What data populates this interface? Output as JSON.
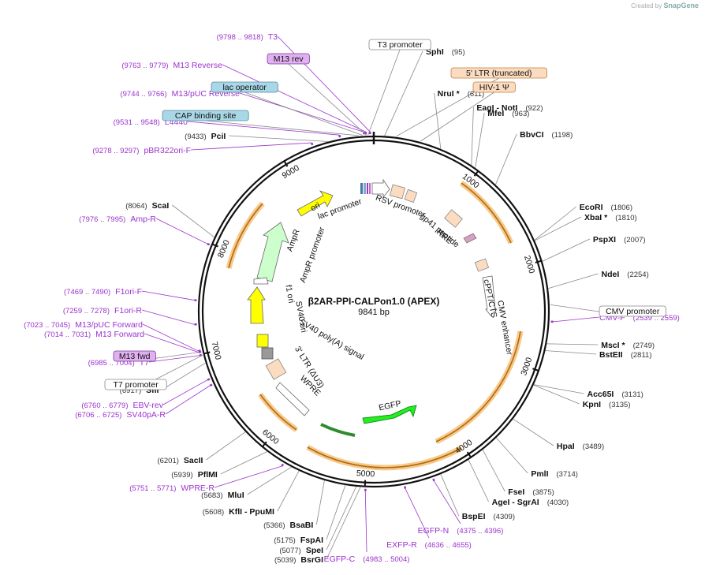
{
  "credit": {
    "prefix": "Created by",
    "brand": "SnapGene"
  },
  "plasmid": {
    "name": "β2AR-PPI-CALPon1.0 (APEX)",
    "size_label": "9841 bp",
    "length": 9841
  },
  "ticks": [
    "1000",
    "2000",
    "3000",
    "4000",
    "5000",
    "6000",
    "7000",
    "8000",
    "9000"
  ],
  "enzymes": [
    {
      "name": "SphI",
      "pos": "(95)",
      "side": "R",
      "bp": 95
    },
    {
      "name": "NruI *",
      "pos": "(611)",
      "side": "R",
      "bp": 611
    },
    {
      "name": "EagI  - NotI",
      "pos": "(922)",
      "side": "R",
      "bp": 922
    },
    {
      "name": "MfeI",
      "pos": "(963)",
      "side": "R",
      "bp": 963
    },
    {
      "name": "BbvCI",
      "pos": "(1198)",
      "side": "R",
      "bp": 1198
    },
    {
      "name": "EcoRI",
      "pos": "(1806)",
      "side": "R",
      "bp": 1806
    },
    {
      "name": "XbaI *",
      "pos": "(1810)",
      "side": "R",
      "bp": 1810
    },
    {
      "name": "PspXI",
      "pos": "(2007)",
      "side": "R",
      "bp": 2007
    },
    {
      "name": "NdeI",
      "pos": "(2254)",
      "side": "R",
      "bp": 2254
    },
    {
      "name": "MscI *",
      "pos": "(2749)",
      "side": "R",
      "bp": 2749
    },
    {
      "name": "BstEII",
      "pos": "(2811)",
      "side": "R",
      "bp": 2811
    },
    {
      "name": "Acc65I",
      "pos": "(3131)",
      "side": "R",
      "bp": 3131
    },
    {
      "name": "KpnI",
      "pos": "(3135)",
      "side": "R",
      "bp": 3135
    },
    {
      "name": "HpaI",
      "pos": "(3489)",
      "side": "R",
      "bp": 3489
    },
    {
      "name": "PmlI",
      "pos": "(3714)",
      "side": "R",
      "bp": 3714
    },
    {
      "name": "FseI",
      "pos": "(3875)",
      "side": "R",
      "bp": 3875
    },
    {
      "name": "AgeI  - SgrAI",
      "pos": "(4030)",
      "side": "R",
      "bp": 4030
    },
    {
      "name": "BspEI",
      "pos": "(4309)",
      "side": "R",
      "bp": 4309
    },
    {
      "name": "BsrGI",
      "pos": "(5039)",
      "side": "L",
      "bp": 5039
    },
    {
      "name": "SpeI",
      "pos": "(5077)",
      "side": "L",
      "bp": 5077
    },
    {
      "name": "FspAI",
      "pos": "(5175)",
      "side": "L",
      "bp": 5175
    },
    {
      "name": "BsaBI",
      "pos": "(5366)",
      "side": "L",
      "bp": 5366
    },
    {
      "name": "KflI  - PpuMI",
      "pos": "(5608)",
      "side": "L",
      "bp": 5608
    },
    {
      "name": "MluI",
      "pos": "(5683)",
      "side": "L",
      "bp": 5683
    },
    {
      "name": "PflMI",
      "pos": "(5939)",
      "side": "L",
      "bp": 5939
    },
    {
      "name": "SacII",
      "pos": "(6201)",
      "side": "L",
      "bp": 6201
    },
    {
      "name": "SfiI",
      "pos": "(6917)",
      "side": "L",
      "bp": 6917
    },
    {
      "name": "ScaI",
      "pos": "(8064)",
      "side": "L",
      "bp": 8064
    },
    {
      "name": "PciI",
      "pos": "(9433)",
      "side": "L",
      "bp": 9433
    }
  ],
  "primers": [
    {
      "name": "T3",
      "pos": "(9798 .. 9818)",
      "bp": 9808
    },
    {
      "name": "M13 Reverse",
      "pos": "(9763 .. 9779)",
      "bp": 9771
    },
    {
      "name": "M13/pUC Reverse",
      "pos": "(9744 .. 9766)",
      "bp": 9755
    },
    {
      "name": "L4440",
      "pos": "(9531 .. 9548)",
      "bp": 9540
    },
    {
      "name": "pBR322ori-F",
      "pos": "(9278 .. 9297)",
      "bp": 9288
    },
    {
      "name": "Amp-R",
      "pos": "(7976 .. 7995)",
      "bp": 7986
    },
    {
      "name": "F1ori-F",
      "pos": "(7469 .. 7490)",
      "bp": 7480
    },
    {
      "name": "F1ori-R",
      "pos": "(7259 .. 7278)",
      "bp": 7268
    },
    {
      "name": "M13/pUC Forward",
      "pos": "(7023 .. 7045)",
      "bp": 7034
    },
    {
      "name": "M13 Forward",
      "pos": "(7014 .. 7031)",
      "bp": 7022
    },
    {
      "name": "T7",
      "pos": "(6985 .. 7004)",
      "bp": 6994
    },
    {
      "name": "EBV-rev",
      "pos": "(6760 .. 6779)",
      "bp": 6770
    },
    {
      "name": "SV40pA-R",
      "pos": "(6706 .. 6725)",
      "bp": 6716
    },
    {
      "name": "WPRE-R",
      "pos": "(5751 .. 5771)",
      "bp": 5761
    },
    {
      "name": "CMV-F",
      "pos": "(2539 .. 2559)",
      "bp": 2549
    },
    {
      "name": "EGFP-N",
      "pos": "(4375 .. 4396)",
      "bp": 4385
    },
    {
      "name": "EXFP-R",
      "pos": "(4636 .. 4655)",
      "bp": 4645
    },
    {
      "name": "EGFP-C",
      "pos": "(4983 .. 5004)",
      "bp": 4994
    }
  ],
  "boxed_features": [
    {
      "text": "T3 promoter",
      "fill": "#ffffff",
      "stroke": "#888888",
      "bp": 9790
    },
    {
      "text": "M13 rev",
      "fill": "#e0b0f0",
      "stroke": "#7a3a9a",
      "bp": 9775
    },
    {
      "text": "lac operator",
      "fill": "#a8d8e8",
      "stroke": "#5a8a9a",
      "bp": 9740
    },
    {
      "text": "CAP binding site",
      "fill": "#a8d8e8",
      "stroke": "#5a8a9a",
      "bp": 9705
    },
    {
      "text": "5' LTR (truncated)",
      "fill": "#fbdcc0",
      "stroke": "#c08040",
      "bp": 200
    },
    {
      "text": "HIV-1 Ψ",
      "fill": "#fbdcc0",
      "stroke": "#c08040",
      "bp": 420
    },
    {
      "text": "CMV promoter",
      "fill": "#ffffff",
      "stroke": "#888888",
      "bp": 2400
    },
    {
      "text": "M13 fwd",
      "fill": "#e0b0f0",
      "stroke": "#7a3a9a",
      "bp": 7020
    },
    {
      "text": "T7 promoter",
      "fill": "#ffffff",
      "stroke": "#888888",
      "bp": 6990
    }
  ],
  "inner_labels": [
    {
      "text": "lac promoter"
    },
    {
      "text": "RSV promoter"
    },
    {
      "text": "RRE"
    },
    {
      "text": "gp41 peptide"
    },
    {
      "text": "cPPT/CTS"
    },
    {
      "text": "CMV enhancer"
    },
    {
      "text": "EGFP"
    },
    {
      "text": "WPRE"
    },
    {
      "text": "3' LTR (ΔU3)"
    },
    {
      "text": "SV40 poly(A) signal"
    },
    {
      "text": "SV40 ori"
    },
    {
      "text": "f1 ori"
    },
    {
      "text": "AmpR promoter"
    },
    {
      "text": "AmpR"
    },
    {
      "text": "ori"
    }
  ],
  "colors": {
    "backbone": "#111111",
    "primer": "#9b33cc",
    "orf_glow": "#f7c98a",
    "orf_line": "#b06a10"
  }
}
